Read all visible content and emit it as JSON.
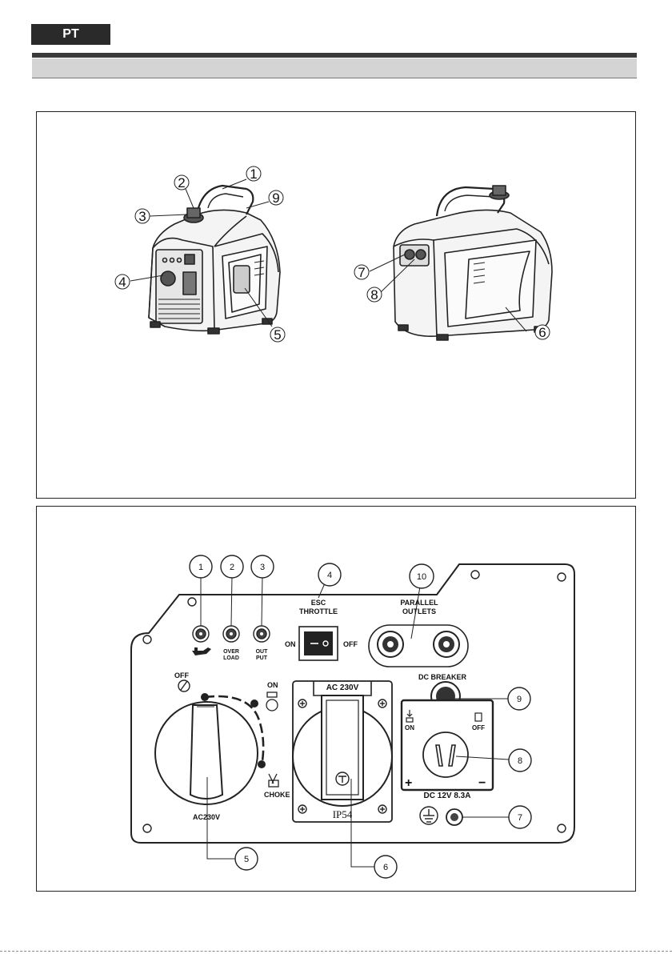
{
  "header": {
    "language_badge": "PT"
  },
  "figure1": {
    "callouts": [
      "1",
      "2",
      "3",
      "4",
      "5",
      "6",
      "7",
      "8",
      "9"
    ]
  },
  "figure2": {
    "callouts": [
      "1",
      "2",
      "3",
      "4",
      "5",
      "6",
      "7",
      "8",
      "9",
      "10"
    ],
    "labels": {
      "over_load": [
        "OVER",
        "LOAD"
      ],
      "output": [
        "OUT",
        "PUT"
      ],
      "esc_throttle": [
        "ESC",
        "THROTTLE"
      ],
      "switch_on": "ON",
      "switch_off": "OFF",
      "parallel_outlets": [
        "PARALLEL",
        "OUTLETS"
      ],
      "dial_off": "OFF",
      "dial_on": "ON",
      "choke": "CHOKE",
      "ac_dial": "AC230V",
      "socket_title": "AC 230V",
      "ip_rating": "IP54",
      "dc_breaker": "DC  BREAKER",
      "breaker_on": "ON",
      "breaker_off": "OFF",
      "dc_spec": "DC 12V 8.3A",
      "plus": "+",
      "minus": "−"
    }
  }
}
